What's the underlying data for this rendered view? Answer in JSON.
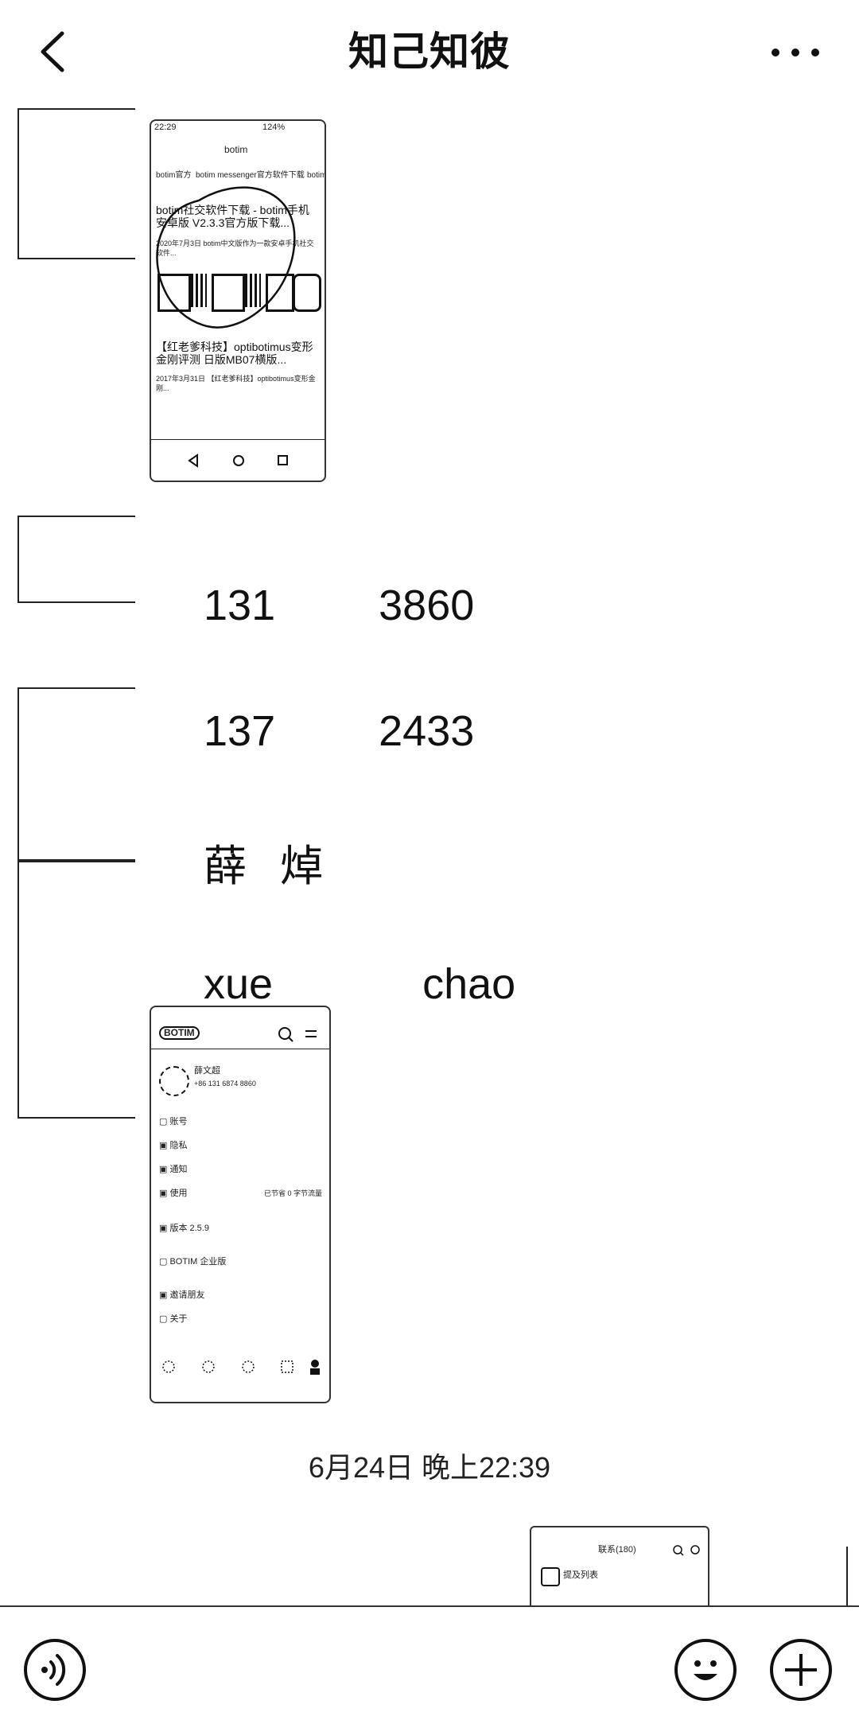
{
  "header": {
    "title": "知己知彼"
  },
  "messages": [
    {
      "kind": "image",
      "screenshot": {
        "status_time": "22:29",
        "status_right": "124% ",
        "app_name": "botim",
        "tabs": [
          "botim官方",
          "botim messenger官方软件下载",
          "botim"
        ],
        "result1_title": "botim社交软件下载 - botim手机安卓版 V2.3.3官方版下载...",
        "result1_snippet": "2020年7月3日 botim中文版作为一款安卓手机社交软件...",
        "result2_title": "【红老爹科技】optibotimus变形金刚评测 日版MB07横版...",
        "result2_snippet": "2017年3月31日 【红老爹科技】optibotimus变形金刚..."
      }
    },
    {
      "kind": "text",
      "text_a": "131",
      "text_b": "3860"
    },
    {
      "kind": "text",
      "text_a": "137",
      "text_b": "2433"
    },
    {
      "kind": "text",
      "text_a": "薛",
      "text_b": "焯"
    },
    {
      "kind": "text",
      "text_a": "xue",
      "text_b": "chao"
    },
    {
      "kind": "image",
      "screenshot": {
        "brand": "BOTIM",
        "user_name": "薛文超",
        "user_phone": "+86 131 6874 8860",
        "menu": [
          "账号",
          "隐私",
          "通知",
          "使用",
          "版本 2.5.9",
          "BOTIM 企业版",
          "邀请朋友",
          "关于"
        ],
        "usage_right": "已节省 0 字节流量"
      }
    }
  ],
  "timestamp": "6月24日 晚上22:39",
  "last_preview": {
    "title": "联系(180)",
    "item": "提及列表"
  },
  "icons": {
    "back": "chevron-left-icon",
    "more": "more-dots-icon",
    "voice": "voice-icon",
    "emoji": "emoji-icon",
    "add": "plus-icon"
  }
}
